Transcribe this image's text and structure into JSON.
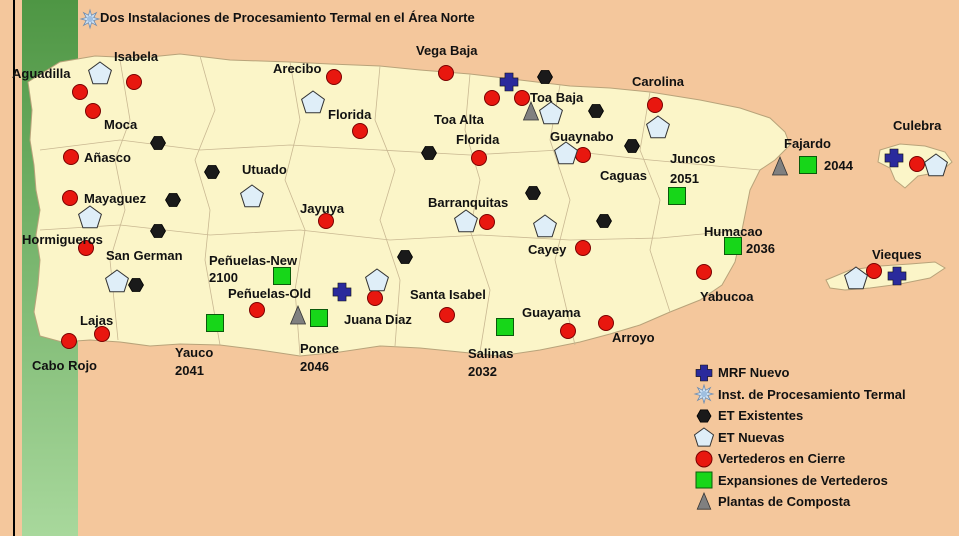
{
  "title": "Dos Instalaciones de Procesamiento Termal en el Área Norte",
  "colors": {
    "ocean": "#f4c79c",
    "island": "#fbf5c8",
    "green_left": "#4e9644",
    "green_left_light": "#a8d89c",
    "mrf": "#2a2a9c",
    "landfill_closing": "#e8170f",
    "landfill_expansion": "#17d619",
    "et_existing": "#1a1a1a",
    "et_new": "#dfeef8",
    "compost": "#808080"
  },
  "labels": {
    "aguadilla": "Aguadilla",
    "isabela": "Isabela",
    "moca": "Moca",
    "anasco": "Añasco",
    "mayaguez": "Mayaguez",
    "hormigueros": "Hormigueros",
    "san_german": "San German",
    "lajas": "Lajas",
    "cabo_rojo": "Cabo Rojo",
    "arecibo": "Arecibo",
    "florida_w": "Florida",
    "utuado": "Utuado",
    "jayuya": "Jayuya",
    "penuelas_new": "Peñuelas-New",
    "penuelas_new_year": "2100",
    "penuelas_old": "Peñuelas-Old",
    "yauco": "Yauco",
    "yauco_year": "2041",
    "ponce": "Ponce",
    "ponce_year": "2046",
    "juana_diaz": "Juana Diaz",
    "vega_baja": "Vega Baja",
    "toa_alta": "Toa Alta",
    "toa_baja": "Toa Baja",
    "florida_e": "Florida",
    "barranquitas": "Barranquitas",
    "santa_isabel": "Santa Isabel",
    "salinas": "Salinas",
    "salinas_year": "2032",
    "guayama": "Guayama",
    "cayey": "Cayey",
    "guaynabo": "Guaynabo",
    "caguas": "Caguas",
    "carolina": "Carolina",
    "juncos": "Juncos",
    "juncos_year": "2051",
    "humacao": "Humacao",
    "humacao_year": "2036",
    "yabucoa": "Yabucoa",
    "arroyo": "Arroyo",
    "fajardo": "Fajardo",
    "fajardo_year": "2044",
    "culebra": "Culebra",
    "vieques": "Vieques"
  },
  "legend": {
    "mrf": "MRF Nuevo",
    "thermal": "Inst. de Procesamiento Termal",
    "et_existing": "ET Existentes",
    "et_new": "ET Nuevas",
    "landfill_closing": "Vertederos en Cierre",
    "landfill_expansion": "Expansiones de Vertederos",
    "compost": "Plantas de Composta"
  }
}
